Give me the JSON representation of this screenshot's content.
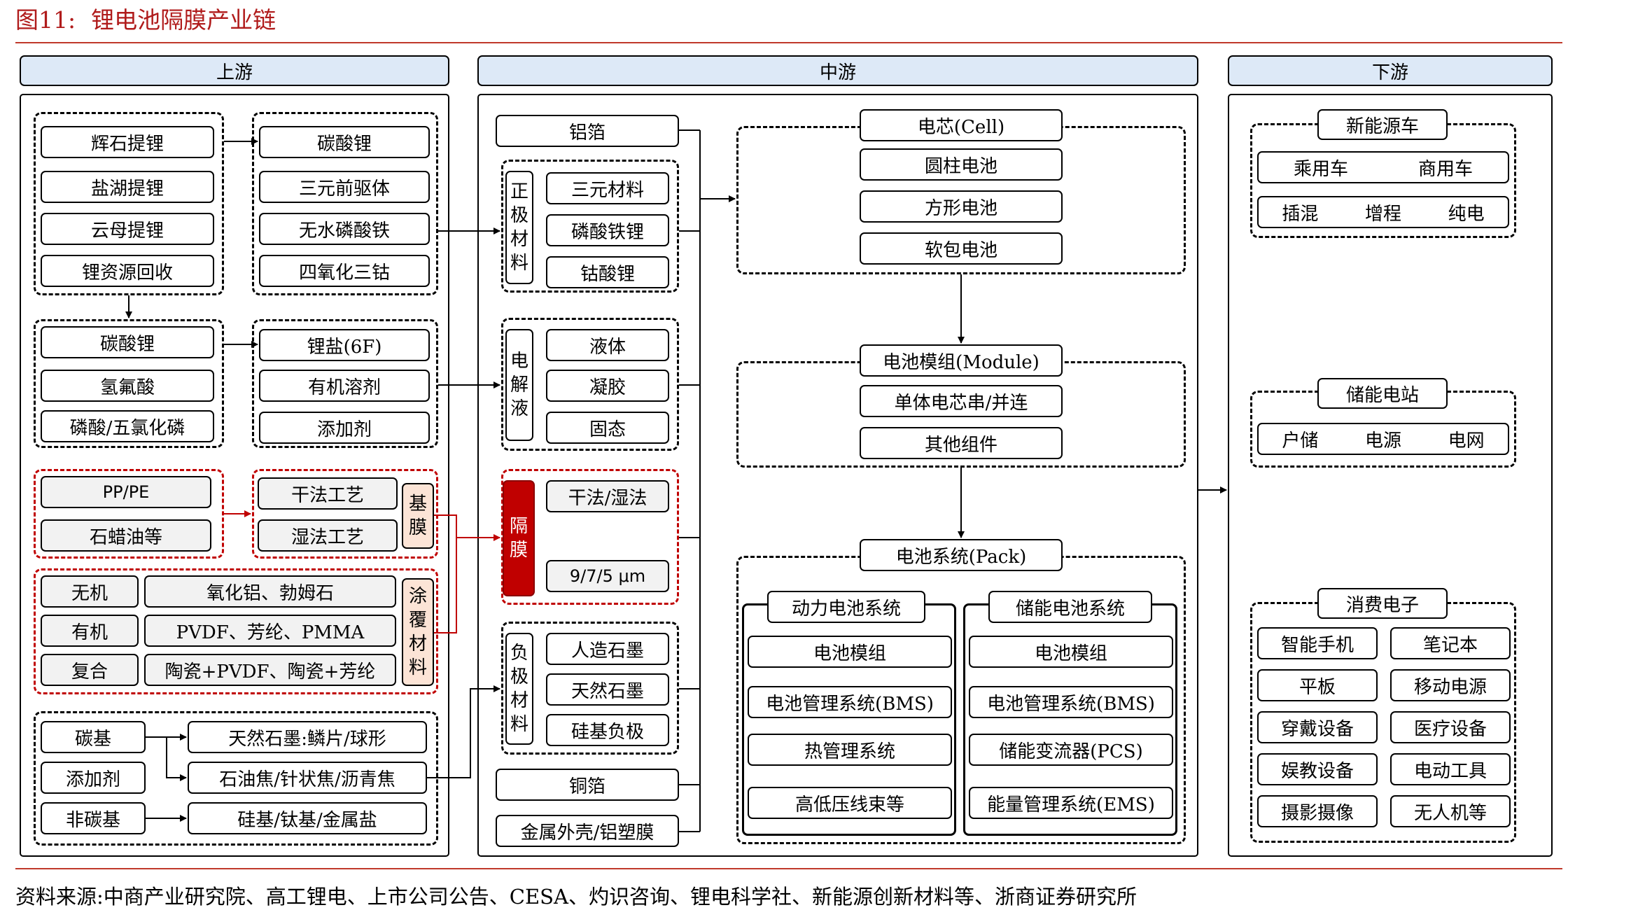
{
  "title": {
    "number": "图11:",
    "text": "锂电池隔膜产业链"
  },
  "source": "资料来源:中商产业研究院、高工锂电、上市公司公告、CESA、灼识咨询、锂电科学社、新能源创新材料等、浙商证券研究所",
  "headers": {
    "upstream": "上游",
    "midstream": "中游",
    "downstream": "下游"
  },
  "upstream": {
    "lithium_extraction": [
      "辉石提锂",
      "盐湖提锂",
      "云母提锂",
      "锂资源回收"
    ],
    "cathode_precursors": [
      "碳酸锂",
      "三元前驱体",
      "无水磷酸铁",
      "四氧化三钴"
    ],
    "electrolyte_raw": [
      "碳酸锂",
      "氢氟酸",
      "磷酸/五氯化磷"
    ],
    "electrolyte_inputs": [
      "锂盐(6F)",
      "有机溶剂",
      "添加剂"
    ],
    "base_raw": [
      "PP/PE",
      "石蜡油等"
    ],
    "base_process": [
      "干法工艺",
      "湿法工艺"
    ],
    "base_film_label": "基膜",
    "coating_rows": [
      {
        "type": "无机",
        "material": "氧化铝、勃姆石"
      },
      {
        "type": "有机",
        "material": "PVDF、芳纶、PMMA"
      },
      {
        "type": "复合",
        "material": "陶瓷+PVDF、陶瓷+芳纶"
      }
    ],
    "coating_label": "涂覆材料",
    "anode_raw": [
      "碳基",
      "添加剂",
      "非碳基"
    ],
    "anode_process": [
      "天然石墨:鳞片/球形",
      "石油焦/针状焦/沥青焦",
      "硅基/钛基/金属盐"
    ]
  },
  "midstream": {
    "aluminum_foil": "铝箔",
    "cathode_label": "正极材料",
    "cathode_items": [
      "三元材料",
      "磷酸铁锂",
      "钴酸锂"
    ],
    "electrolyte_label": "电解液",
    "electrolyte_items": [
      "液体",
      "凝胶",
      "固态"
    ],
    "separator_label": "隔膜",
    "separator_items": [
      "干法/湿法",
      "9/7/5 μm"
    ],
    "anode_label": "负极材料",
    "anode_items": [
      "人造石墨",
      "天然石墨",
      "硅基负极"
    ],
    "copper_foil": "铜箔",
    "casing": "金属外壳/铝塑膜",
    "cell": {
      "title": "电芯(Cell)",
      "items": [
        "圆柱电池",
        "方形电池",
        "软包电池"
      ]
    },
    "module": {
      "title": "电池模组(Module)",
      "items": [
        "单体电芯串/并连",
        "其他组件"
      ]
    },
    "pack": {
      "title": "电池系统(Pack)",
      "power": {
        "title": "动力电池系统",
        "items": [
          "电池模组",
          "电池管理系统(BMS)",
          "热管理系统",
          "高低压线束等"
        ]
      },
      "storage": {
        "title": "储能电池系统",
        "items": [
          "电池模组",
          "电池管理系统(BMS)",
          "储能变流器(PCS)",
          "能量管理系统(EMS)"
        ]
      }
    }
  },
  "downstream": {
    "nev": {
      "title": "新能源车",
      "items": [
        "乘用车",
        "商用车",
        "插混",
        "增程",
        "纯电"
      ]
    },
    "storage_station": {
      "title": "储能电站",
      "items": [
        "户储",
        "电源",
        "电网"
      ]
    },
    "consumer": {
      "title": "消费电子",
      "items": [
        "智能手机",
        "笔记本",
        "平板",
        "移动电源",
        "穿戴设备",
        "医疗设备",
        "娱教设备",
        "电动工具",
        "摄影摄像",
        "无人机等"
      ]
    }
  },
  "colors": {
    "title_red": "#b01b1b",
    "header_fill": "#dde9f7",
    "separator_red": "#c00000",
    "tan_fill": "#fce4d6",
    "gray_fill": "#f2f2f2"
  }
}
